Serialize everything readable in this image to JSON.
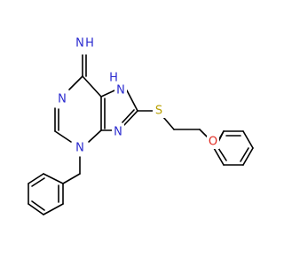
{
  "molecule": {
    "atoms": {
      "imine_n": "NH",
      "imine_n_main": "N",
      "imine_n_h": "H",
      "n1": "N",
      "n3": "N",
      "n7": "N",
      "n7_h": "H",
      "n9": "N",
      "s": "S",
      "o": "O"
    }
  },
  "colors": {
    "bond": "#000000",
    "nitrogen": "#2a2acf",
    "sulfur": "#b8a000",
    "oxygen": "#e0281e"
  }
}
